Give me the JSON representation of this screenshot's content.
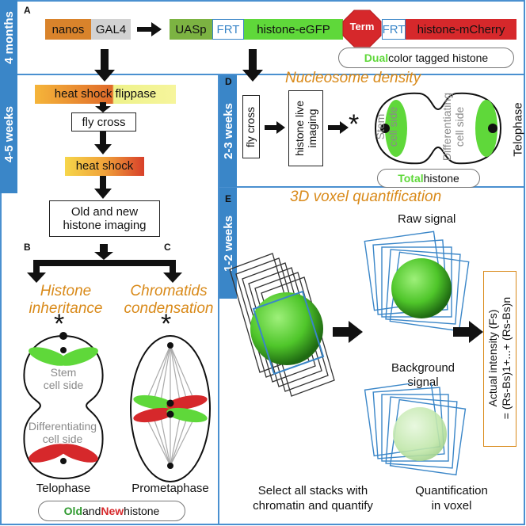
{
  "panels": {
    "a": "A",
    "b": "B",
    "c": "C",
    "d": "D",
    "e": "E"
  },
  "timeline": {
    "t1": "4 months",
    "t2": "4-5 weeks",
    "t3": "2-3 weeks",
    "t4": "1-2 weeks"
  },
  "construct": {
    "nanos": "nanos",
    "gal4": "GAL4",
    "uasp": "UASp",
    "frt": "FRT",
    "egfp": "histone-eGFP",
    "term": "Term",
    "mcherry": "histone-mCherry",
    "dual_prefix": "Dual",
    "dual_suffix": " color tagged histone"
  },
  "left": {
    "hs_flippase_a": "heat shock ",
    "hs_flippase_b": "flippase",
    "fly_cross": "fly cross",
    "heat_shock": "heat shock",
    "imaging_l1": "Old and new",
    "imaging_l2": "histone imaging",
    "b_title_l1": "Histone",
    "b_title_l2": "inheritance",
    "c_title_l1": "Chromatids",
    "c_title_l2": "condensation",
    "stem_l1": "Stem",
    "stem_l2": "cell side",
    "diff_l1": "Differentiating",
    "diff_l2": "cell side",
    "telophase": "Telophase",
    "prometaphase": "Prometaphase",
    "old": "Old",
    "and": " and ",
    "new": "New",
    "histone": " histone",
    "asterisk": "*"
  },
  "d": {
    "title": "Nucleosome density",
    "fly_cross": "fly cross",
    "live_l1": "histone live",
    "live_l2": "imaging",
    "asterisk": "*",
    "stem_l1": "Stem",
    "stem_l2": "cell side",
    "diff_l1": "Differentiating",
    "diff_l2": "cell side",
    "telophase": "Telophase",
    "total": "Total",
    "histone": " histone"
  },
  "e": {
    "title": "3D voxel quantification",
    "raw": "Raw signal",
    "bg_l1": "Background",
    "bg_l2": "signal",
    "select_l1": "Select all stacks with",
    "select_l2": "chromatin and  quantify",
    "quant_l1": "Quantification",
    "quant_l2": "in voxel",
    "formula_l1": "Actual intensity (Fs)",
    "formula_l2": "= (Rs-Bs)1+...+ (Rs-Bs)n"
  },
  "colors": {
    "orange": "#d98a1a",
    "green": "#5fd83a",
    "red": "#d6282b",
    "blue": "#3a86c8",
    "sidebar": "#3a86c8",
    "nanos": "#d9832b",
    "uasp": "#7cb342"
  }
}
